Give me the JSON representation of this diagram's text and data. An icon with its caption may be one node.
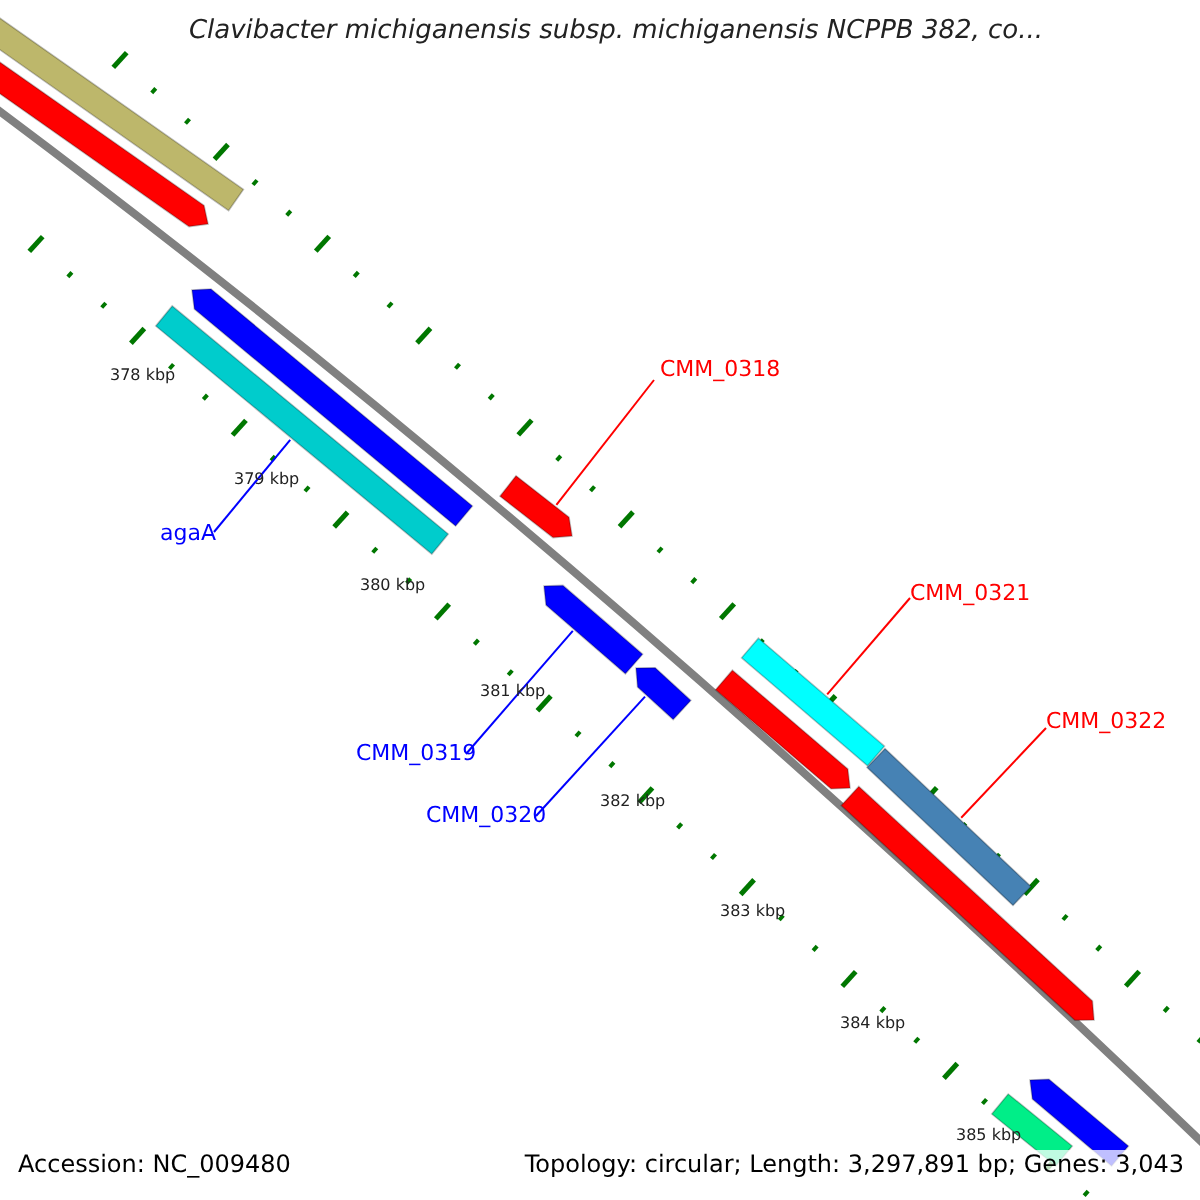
{
  "diagram": {
    "title": "Clavibacter michiganensis subsp. michiganensis NCPPB 382, co...",
    "nodes": [
      {
        "text": [
          "CMM_0318"
        ]
      },
      {
        "text": [
          "agaA"
        ]
      },
      {
        "text": [
          "CMM_0321"
        ]
      },
      {
        "text": [
          "CMM_0322"
        ]
      },
      {
        "text": [
          "CMM_0319"
        ]
      },
      {
        "text": [
          "CMM_0320"
        ]
      },
      {
        "text": [],
        "shape": "bar"
      },
      {
        "text": [],
        "shape": "bar"
      },
      {
        "text": [],
        "shape": "bar"
      },
      {
        "text": [],
        "shape": "bar"
      },
      {
        "text": [],
        "shape": "bar"
      },
      {
        "text": [],
        "shape": "bar"
      },
      {
        "text": [],
        "shape": "bar"
      },
      {
        "text": [],
        "shape": "bar"
      },
      {
        "text": [],
        "shape": "bar"
      },
      {
        "text": [],
        "shape": "bar"
      },
      {
        "text": [],
        "shape": "bar"
      },
      {
        "text": [],
        "shape": "bar"
      },
      {
        "text": [],
        "shape": "bar"
      }
    ],
    "edges": [
      {
        "from": 0,
        "to": 10,
        "arrow": "none",
        "color": "#ff0000"
      },
      {
        "from": 1,
        "to": 9,
        "arrow": "none",
        "color": "#0000ff"
      },
      {
        "from": 2,
        "to": 13,
        "arrow": "none",
        "color": "#ff0000"
      },
      {
        "from": 3,
        "to": 16,
        "arrow": "none",
        "color": "#ff0000"
      },
      {
        "from": 4,
        "to": 11,
        "arrow": "none",
        "color": "#0000ff"
      },
      {
        "from": 5,
        "to": 12,
        "arrow": "none",
        "color": "#0000ff"
      }
    ],
    "labels": [
      "378 kbp",
      "379 kbp",
      "380 kbp",
      "381 kbp",
      "382 kbp",
      "383 kbp",
      "384 kbp",
      "385 kbp",
      "Accession: NC_009480",
      "Topology: circular; Length: 3,297,891 bp; Genes: 3,043"
    ]
  }
}
